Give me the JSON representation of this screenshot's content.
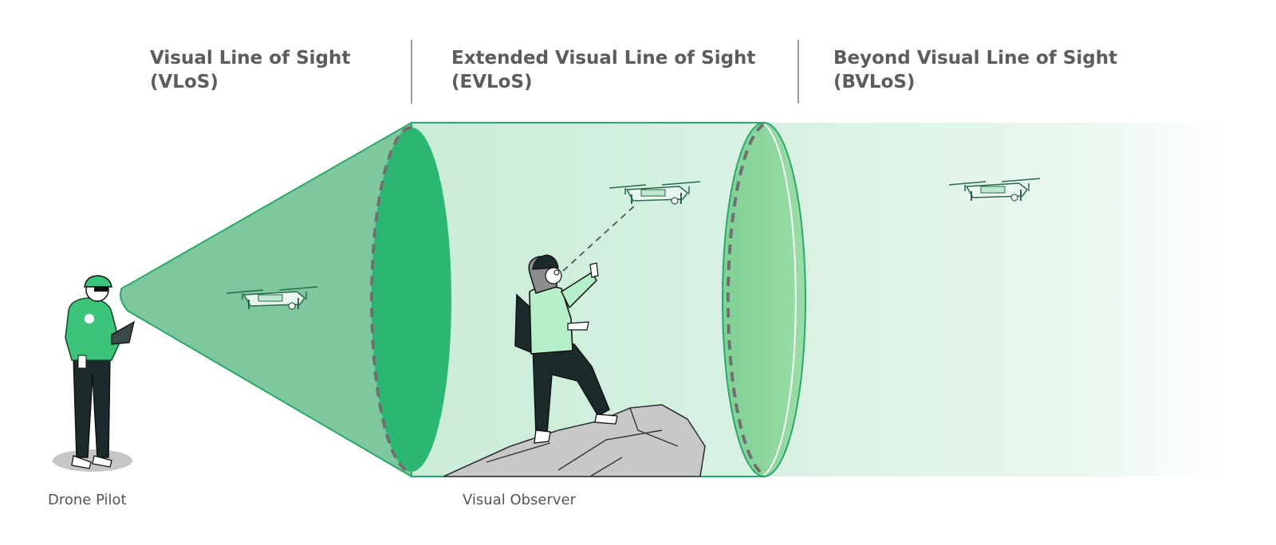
{
  "zones": {
    "vlos": {
      "line1": "Visual Line of Sight",
      "line2": "(VLoS)"
    },
    "evlos": {
      "line1": "Extended Visual Line of Sight",
      "line2": "(EVLoS)"
    },
    "bvlos": {
      "line1": "Beyond Visual Line of Sight",
      "line2": "(BVLoS)"
    }
  },
  "captions": {
    "pilot": "Drone Pilot",
    "observer": "Visual Observer"
  },
  "colors": {
    "cone": "#7fc89e",
    "cone_end": "#2bb672",
    "tube": "#cdeedd",
    "tube_end": "#89d59a",
    "outline": "#2aa86a",
    "figure_green": "#3cc47a",
    "figure_dark": "#1b2b2c",
    "rock": "#c8c8c8"
  },
  "icons": [
    "drone-icon",
    "drone-pilot-figure",
    "visual-observer-figure",
    "rock-icon"
  ]
}
